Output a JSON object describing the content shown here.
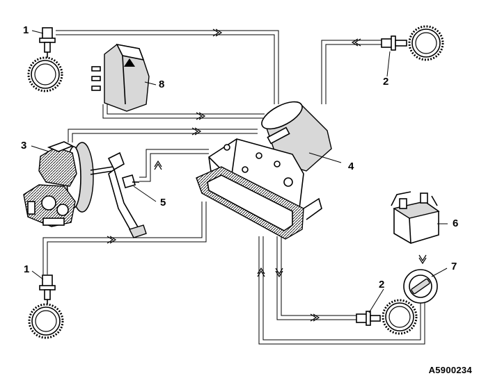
{
  "callouts": {
    "c1_top": "1",
    "c1_bottom": "1",
    "c2_top": "2",
    "c2_bottom": "2",
    "c3": "3",
    "c4": "4",
    "c5": "5",
    "c6": "6",
    "c7": "7",
    "c8": "8"
  },
  "figure_id": "A5900234"
}
